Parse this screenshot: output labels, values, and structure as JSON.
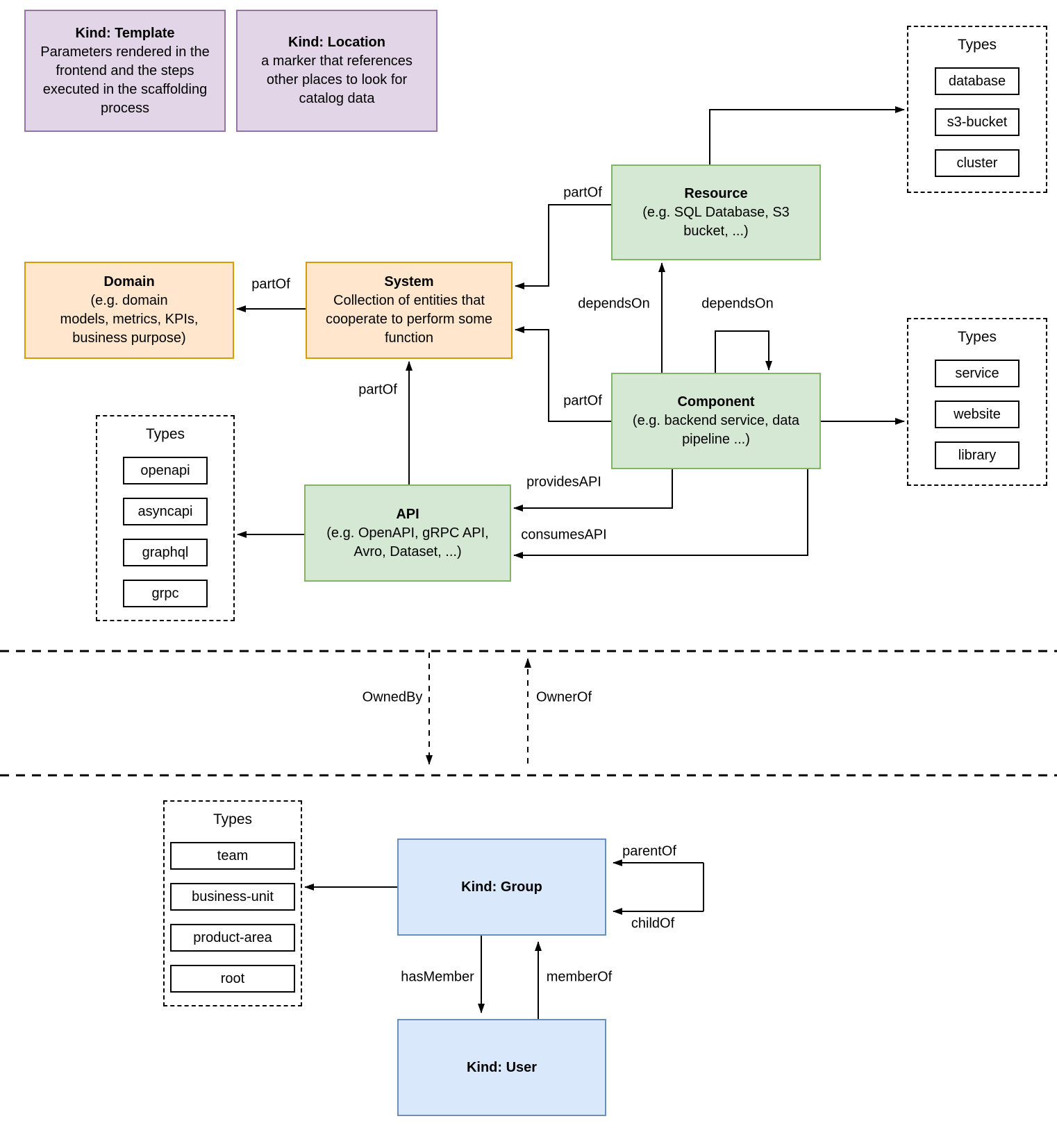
{
  "entities": {
    "template": {
      "title": "Kind: Template",
      "description": "Parameters rendered in the\nfrontend and the steps\nexecuted in  the scaffolding\nprocess"
    },
    "location": {
      "title": "Kind: Location",
      "description": "a marker that references\nother places to look for\ncatalog data"
    },
    "resource": {
      "title": "Resource",
      "description": "(e.g. SQL Database, S3\nbucket, ...)"
    },
    "domain": {
      "title": "Domain",
      "description": "(e.g.  domain\nmodels, metrics, KPIs,\nbusiness purpose)"
    },
    "system": {
      "title": "System",
      "description": "Collection of entities that\ncooperate to perform some\nfunction"
    },
    "component": {
      "title": "Component",
      "description": "(e.g. backend service, data\npipeline ...)"
    },
    "api": {
      "title": "API",
      "description": "(e.g. OpenAPI, gRPC API,\nAvro, Dataset, ...)"
    },
    "group": {
      "title": "Kind: Group"
    },
    "user": {
      "title": "Kind: User"
    }
  },
  "type_groups": {
    "resource": {
      "title": "Types",
      "items": [
        "database",
        "s3-bucket",
        "cluster"
      ]
    },
    "component": {
      "title": "Types",
      "items": [
        "service",
        "website",
        "library"
      ]
    },
    "api": {
      "title": "Types",
      "items": [
        "openapi",
        "asyncapi",
        "graphql",
        "grpc"
      ]
    },
    "group": {
      "title": "Types",
      "items": [
        "team",
        "business-unit",
        "product-area",
        "root"
      ]
    }
  },
  "edge_labels": {
    "resource_partof": "partOf",
    "system_partof": "partOf",
    "component_partof": "partOf",
    "api_partof": "partOf",
    "depends_on_resource": "dependsOn",
    "depends_on_self": "dependsOn",
    "provides_api": "providesAPI",
    "consumes_api": "consumesAPI",
    "owned_by": "OwnedBy",
    "owner_of": "OwnerOf",
    "parent_of": "parentOf",
    "child_of": "childOf",
    "has_member": "hasMember",
    "member_of": "memberOf"
  },
  "colors": {
    "entity_green_fill": "#d5e8d4",
    "entity_green_stroke": "#82b366",
    "entity_orange_fill": "#ffe6cc",
    "entity_orange_stroke": "#d79b00",
    "entity_purple_fill": "#e1d5e7",
    "entity_purple_stroke": "#9673a6",
    "entity_blue_fill": "#dae8fc",
    "entity_blue_stroke": "#6c8ebf",
    "line_color": "#000000"
  }
}
